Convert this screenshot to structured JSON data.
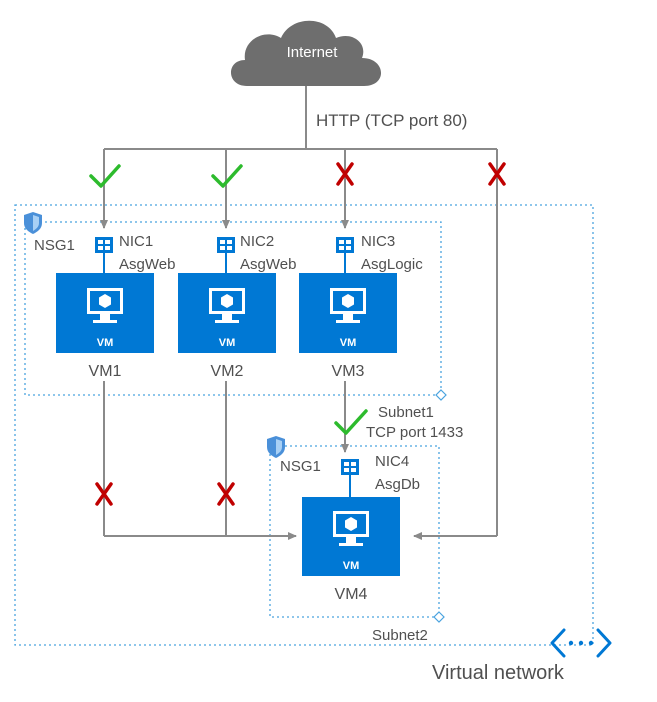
{
  "internet": {
    "label": "Internet"
  },
  "http": {
    "label": "HTTP (TCP port 80)"
  },
  "vms": [
    {
      "name": "VM1",
      "nic": "NIC1",
      "asg": "AsgWeb"
    },
    {
      "name": "VM2",
      "nic": "NIC2",
      "asg": "AsgWeb"
    },
    {
      "name": "VM3",
      "nic": "NIC3",
      "asg": "AsgLogic"
    },
    {
      "name": "VM4",
      "nic": "NIC4",
      "asg": "AsgDb"
    }
  ],
  "vm_badge": "VM",
  "subnet1": {
    "name": "Subnet1",
    "nsg": "NSG1"
  },
  "subnet2": {
    "name": "Subnet2",
    "nsg": "NSG1"
  },
  "tcp1433": {
    "label": "TCP port 1433"
  },
  "vnet": {
    "label": "Virtual network"
  },
  "colors": {
    "azure_blue": "#0078d4",
    "allow_green": "#2dbb2d",
    "deny_red": "#c00000",
    "line_gray": "#8a8a8a",
    "cloud_gray": "#6e6e6e"
  }
}
